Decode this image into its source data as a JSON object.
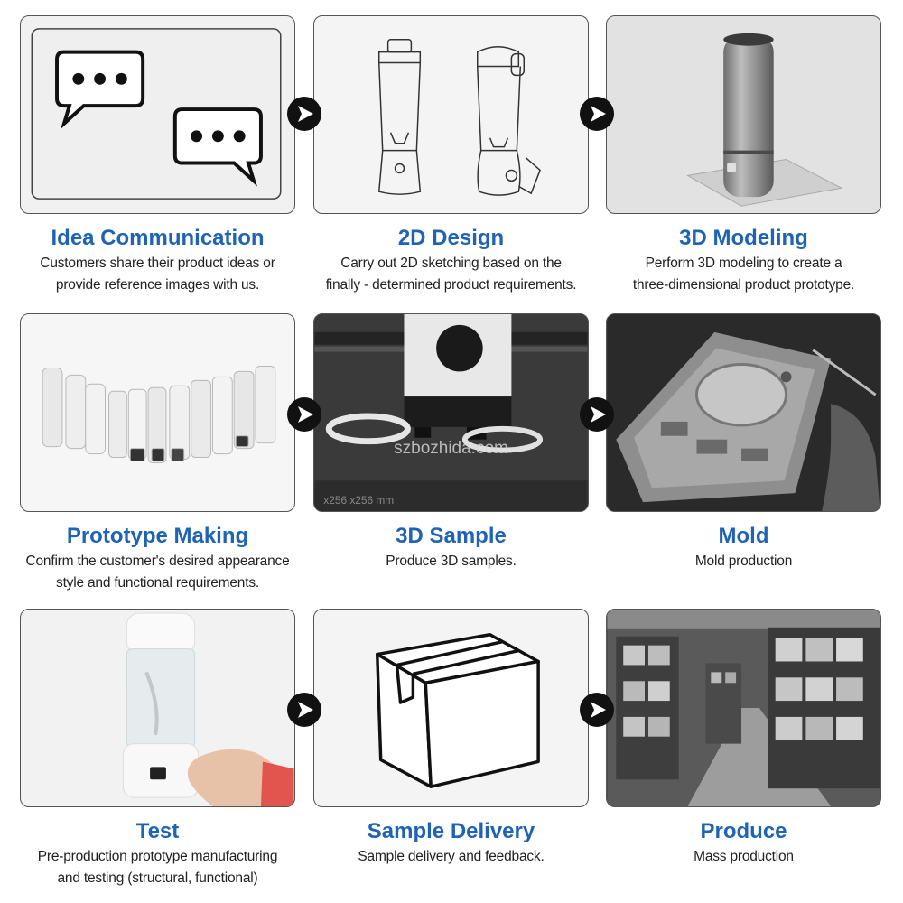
{
  "steps": [
    {
      "title": "Idea Communication",
      "line1": "Customers share their product ideas or",
      "line2": "provide reference images with us."
    },
    {
      "title": "2D Design",
      "line1": "Carry out 2D sketching based on the",
      "line2": "finally - determined product requirements."
    },
    {
      "title": "3D Modeling",
      "line1": "Perform 3D modeling to create a",
      "line2": "three-dimensional product prototype."
    },
    {
      "title": "Prototype Making",
      "line1": "Confirm the customer's desired appearance",
      "line2": "style and functional requirements."
    },
    {
      "title": "3D Sample",
      "line1": "Produce 3D samples.",
      "line2": ""
    },
    {
      "title": "Mold",
      "line1": "Mold production",
      "line2": ""
    },
    {
      "title": "Test",
      "line1": "Pre-production prototype manufacturing",
      "line2": "and testing (structural, functional)"
    },
    {
      "title": "Sample Delivery",
      "line1": "Sample delivery and feedback.",
      "line2": ""
    },
    {
      "title": "Produce",
      "line1": "Mass production",
      "line2": ""
    }
  ],
  "watermark": "szbozhida.com",
  "printer_label": "x256 x256 mm",
  "colors": {
    "title": "#1f63b4",
    "arrow": "#111111"
  },
  "icons": [
    "speech-bubble-icon",
    "blender-sketch",
    "blender-3d-model",
    "blender-lineup",
    "3d-printer",
    "injection-mold",
    "blender-test",
    "shipping-box-icon",
    "warehouse"
  ]
}
